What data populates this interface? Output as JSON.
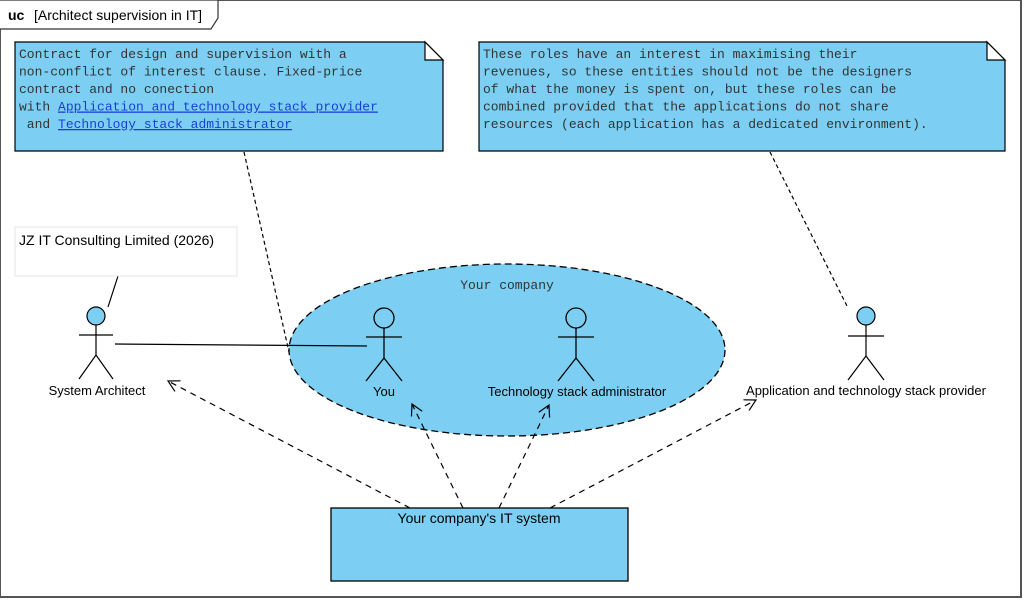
{
  "frame": {
    "keyword": "uc",
    "title": "[Architect supervision in IT]"
  },
  "colors": {
    "fill": "#7ccff3",
    "stroke": "#000000",
    "link": "#1a3fd6",
    "note_text": "#333333"
  },
  "notes": [
    {
      "id": "contract-note",
      "lines": [
        [
          {
            "text": "Contract for design and supervision with a"
          }
        ],
        [
          {
            "text": "non-conflict of interest clause. Fixed-price"
          }
        ],
        [
          {
            "text": "contract and no conection"
          }
        ],
        [
          {
            "text": "with "
          },
          {
            "text": "Application and technology stack provider",
            "link": true
          }
        ],
        [
          {
            "text": " and "
          },
          {
            "text": "Technology stack administrator",
            "link": true
          }
        ]
      ]
    },
    {
      "id": "roles-note",
      "lines": [
        [
          {
            "text": "These roles have an interest in maximising their"
          }
        ],
        [
          {
            "text": "revenues, so these entities should not be the designers"
          }
        ],
        [
          {
            "text": "of what the money is spent on, but these roles can be"
          }
        ],
        [
          {
            "text": "combined provided that the applications do not share"
          }
        ],
        [
          {
            "text": "resources (each application has a dedicated environment)."
          }
        ]
      ]
    }
  ],
  "comment": {
    "text": "JZ IT Consulting Limited (2026)"
  },
  "boundary": {
    "label": "Your company"
  },
  "actors": [
    {
      "id": "system-architect",
      "label": "System Architect",
      "filled_head": true
    },
    {
      "id": "you",
      "label": "You",
      "filled_head": false
    },
    {
      "id": "tech-stack-admin",
      "label": "Technology stack administrator",
      "filled_head": false
    },
    {
      "id": "app-tech-provider",
      "label": "Application and technology stack provider",
      "filled_head": true
    }
  ],
  "system": {
    "label": "Your company's IT system"
  },
  "relationships": [
    {
      "from": "system-architect",
      "to": "you",
      "type": "association"
    },
    {
      "from": "it-system",
      "to": "system-architect",
      "type": "dependency"
    },
    {
      "from": "it-system",
      "to": "you",
      "type": "dependency"
    },
    {
      "from": "it-system",
      "to": "tech-stack-admin",
      "type": "dependency"
    },
    {
      "from": "it-system",
      "to": "app-tech-provider",
      "type": "dependency"
    },
    {
      "from": "contract-note",
      "to": "you",
      "type": "note-anchor"
    },
    {
      "from": "roles-note",
      "to": "app-tech-provider",
      "type": "note-anchor"
    },
    {
      "from": "comment",
      "to": "system-architect",
      "type": "comment-anchor"
    }
  ]
}
